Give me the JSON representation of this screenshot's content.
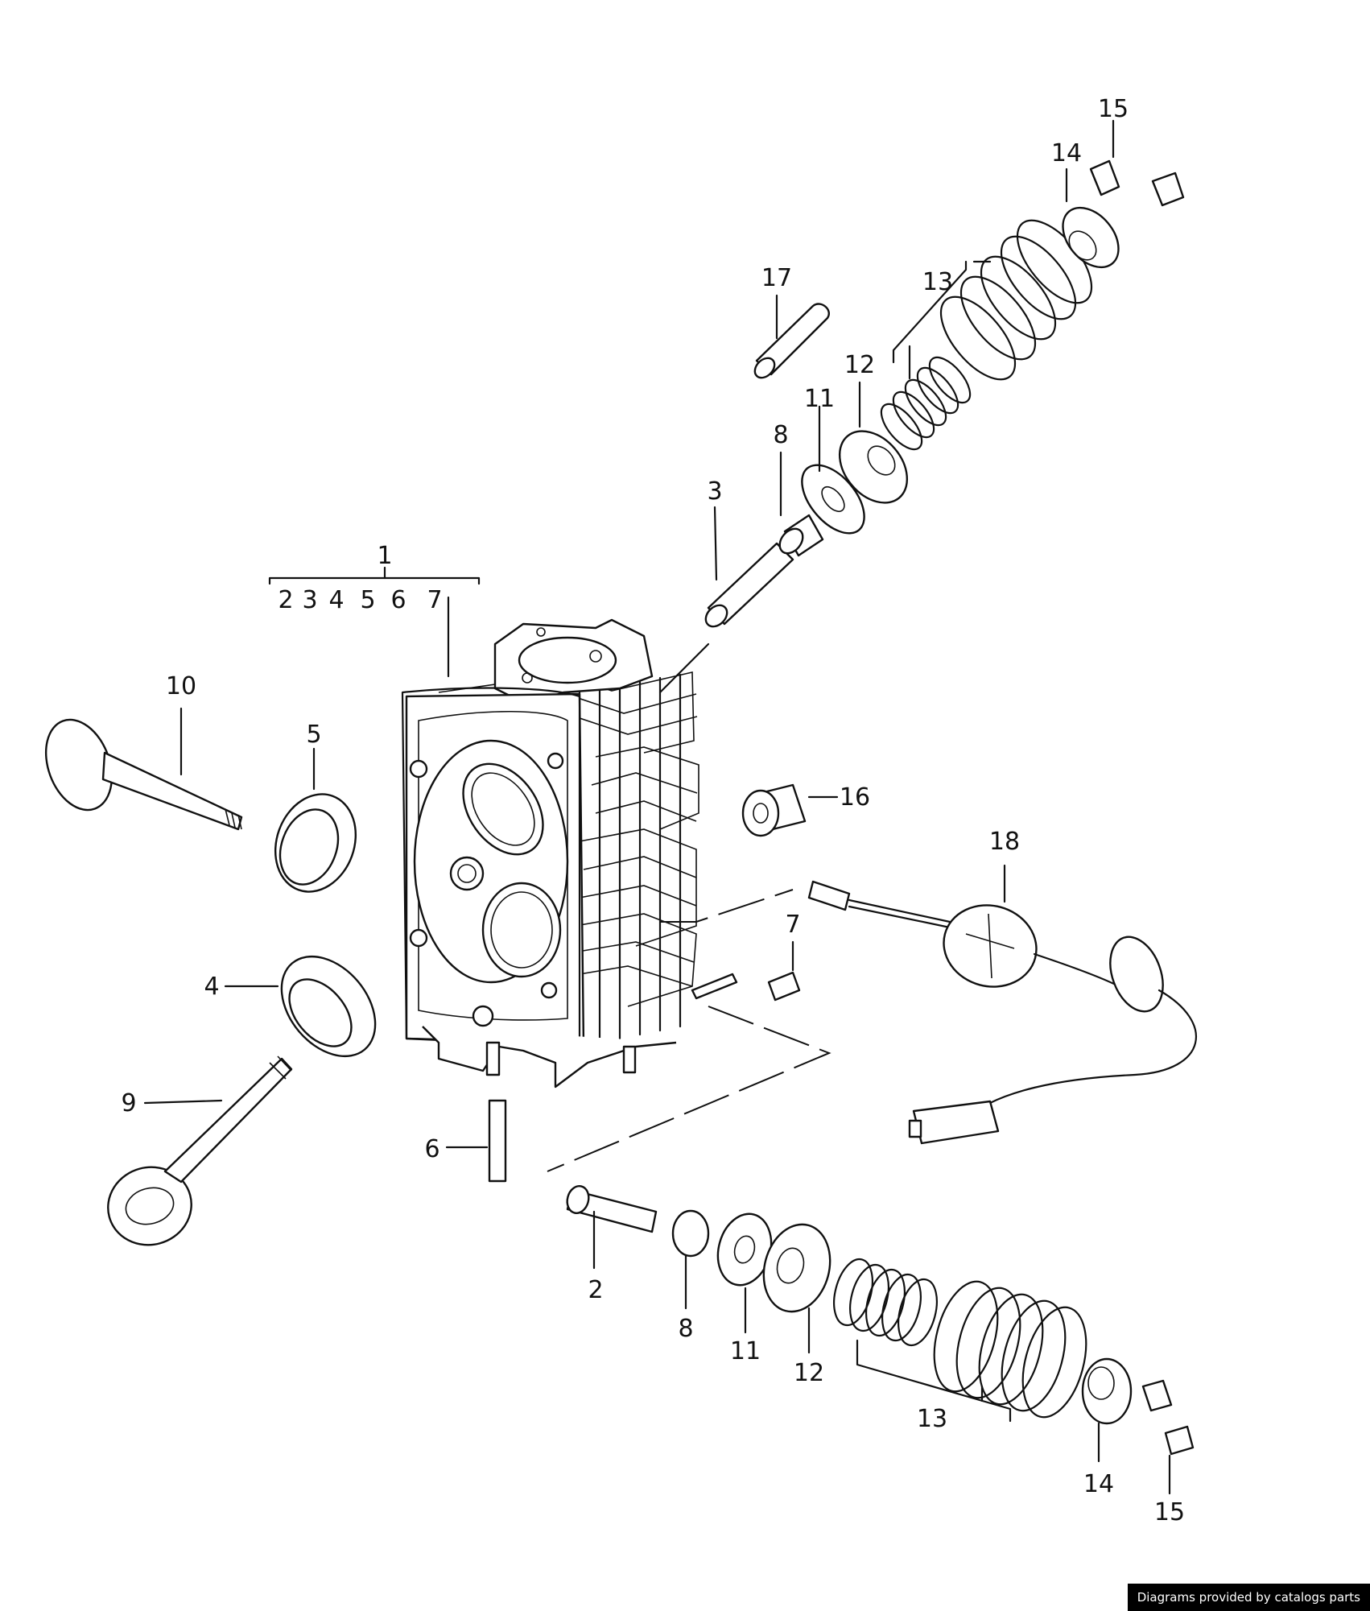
{
  "assembly_callouts": {
    "main": "1",
    "sub": [
      "2",
      "3",
      "4",
      "5",
      "6",
      "7"
    ]
  },
  "callouts": [
    {
      "id": "c15a",
      "label": "15"
    },
    {
      "id": "c14a",
      "label": "14"
    },
    {
      "id": "c17",
      "label": "17"
    },
    {
      "id": "c13a",
      "label": "13"
    },
    {
      "id": "c12a",
      "label": "12"
    },
    {
      "id": "c11a",
      "label": "11"
    },
    {
      "id": "c8a",
      "label": "8"
    },
    {
      "id": "c3",
      "label": "3"
    },
    {
      "id": "c10",
      "label": "10"
    },
    {
      "id": "c5",
      "label": "5"
    },
    {
      "id": "c16",
      "label": "16"
    },
    {
      "id": "c18",
      "label": "18"
    },
    {
      "id": "c7",
      "label": "7"
    },
    {
      "id": "c4",
      "label": "4"
    },
    {
      "id": "c9",
      "label": "9"
    },
    {
      "id": "c6",
      "label": "6"
    },
    {
      "id": "c2",
      "label": "2"
    },
    {
      "id": "c8b",
      "label": "8"
    },
    {
      "id": "c11b",
      "label": "11"
    },
    {
      "id": "c12b",
      "label": "12"
    },
    {
      "id": "c13b",
      "label": "13"
    },
    {
      "id": "c14b",
      "label": "14"
    },
    {
      "id": "c15b",
      "label": "15"
    }
  ],
  "credit": "Diagrams provided by catalogs parts"
}
